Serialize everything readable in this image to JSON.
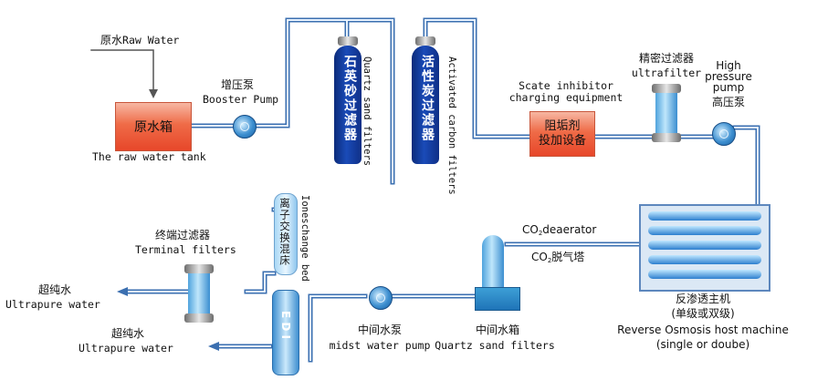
{
  "raw_water": {
    "cn": "原水",
    "en": "Raw Water"
  },
  "raw_water_tank": {
    "cn": "原水箱",
    "en": "The raw water tank"
  },
  "booster_pump": {
    "cn": "增压泵",
    "en": "Booster Pump"
  },
  "quartz_filter": {
    "cn": "石英砂过滤器",
    "en": "Quartz sand filters"
  },
  "carbon_filter": {
    "cn": "活性炭过滤器",
    "en": "Activated carbon filters"
  },
  "scale_inhibitor": {
    "en_line1": "Scate inhibitor",
    "en_line2": "charging equipment",
    "cn_line1": "阻垢剂",
    "cn_line2": "投加设备"
  },
  "precision_filter": {
    "cn": "精密过滤器",
    "en": "ultrafilter"
  },
  "high_pressure_pump": {
    "en_line1": "High",
    "en_line2": "pressure",
    "en_line3": "pump",
    "cn": "高压泵"
  },
  "ro_machine": {
    "cn_line1": "反渗透主机",
    "cn_line2": "(单级或双级)",
    "en_line1": "Reverse Osmosis host machine",
    "en_line2": "(single or doube)"
  },
  "co2_deaerator": {
    "en_prefix": "CO",
    "en_sub": "2",
    "en_suffix": "deaerator",
    "cn_prefix": "CO",
    "cn_sub": "2",
    "cn_suffix": "脱气塔"
  },
  "intermediate_tank": {
    "cn": "中间水箱",
    "en": "Quartz sand filters"
  },
  "intermediate_pump": {
    "cn": "中间水泵",
    "en": "midst water pump"
  },
  "ion_exchange": {
    "cn": "离子交换混床",
    "en": "Ioneschange bed"
  },
  "edi": {
    "label": "E D I"
  },
  "terminal_filter": {
    "cn": "终端过滤器",
    "en": "Terminal filters"
  },
  "ultrapure_top": {
    "cn": "超纯水",
    "en": "Ultrapure water"
  },
  "ultrapure_bottom": {
    "cn": "超纯水",
    "en": "Ultrapure water"
  },
  "colors": {
    "pipe": "#4f86c6",
    "tank_red": "#e7472a",
    "vessel_blue": "#1a4bb8",
    "cylinder_blue": "#4fa3dd"
  }
}
